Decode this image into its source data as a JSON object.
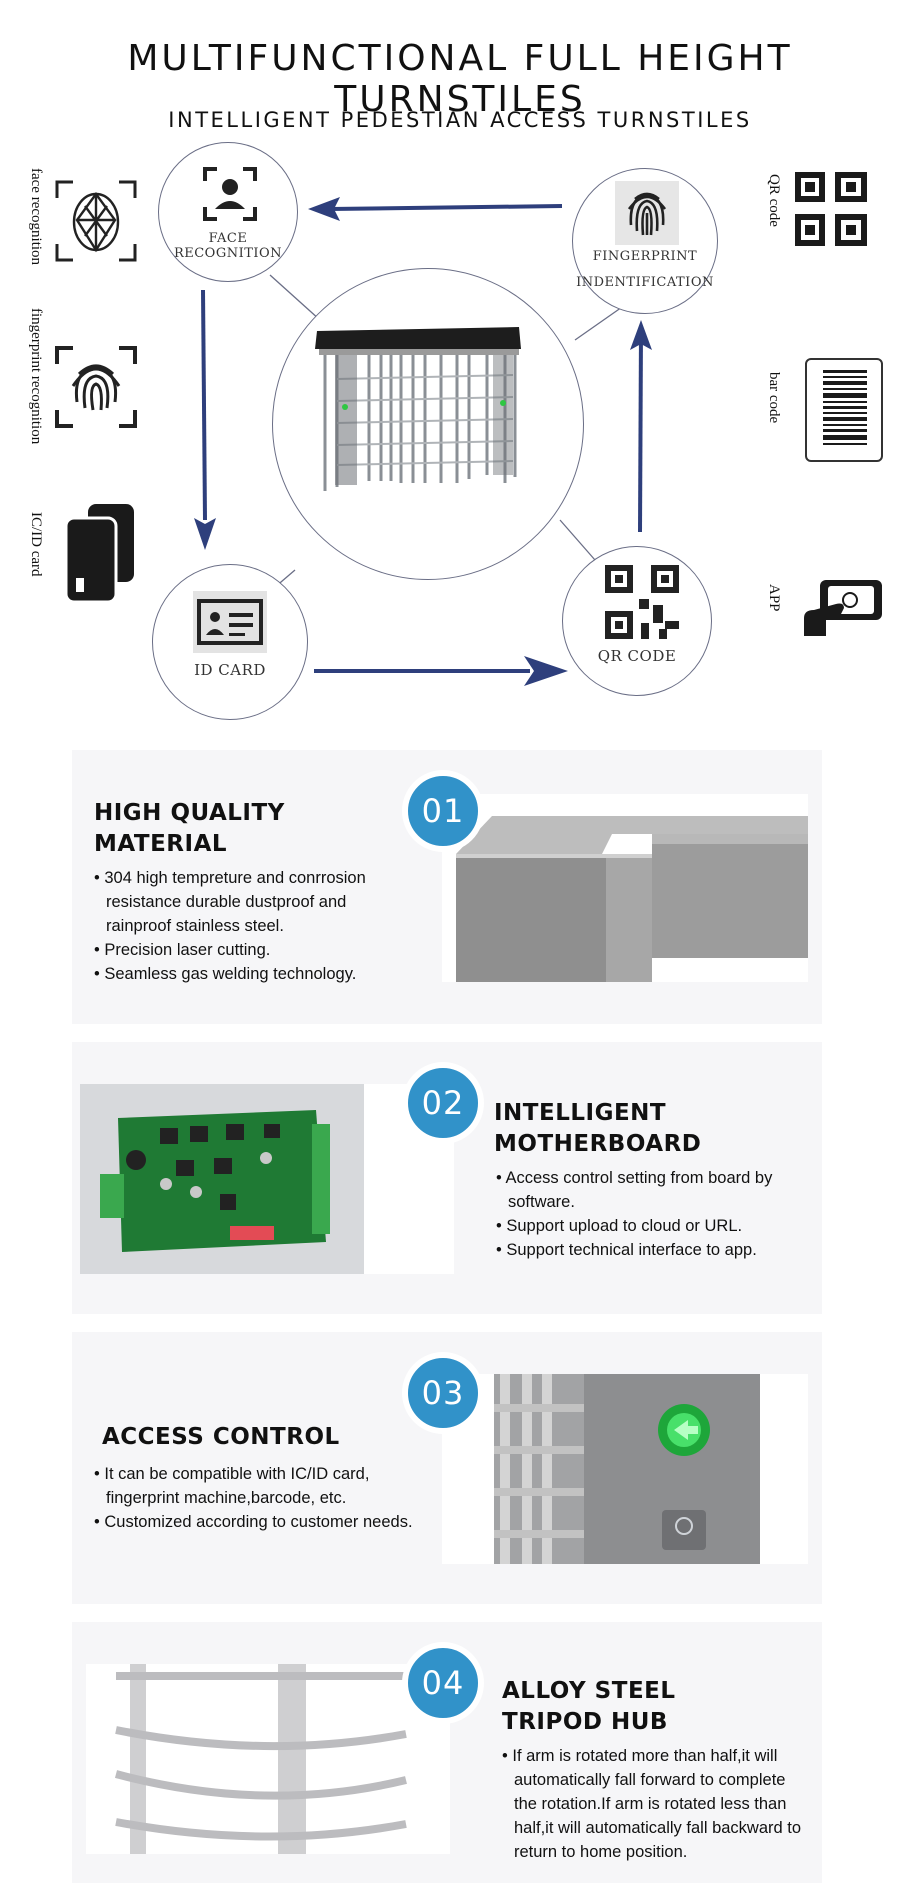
{
  "header": {
    "title": "MULTIFUNCTIONAL FULL HEIGHT TURNSTILES",
    "subtitle": "INTELLIGENT PEDESTIAN ACCESS TURNSTILES"
  },
  "diagram": {
    "nodes": {
      "face": "FACE RECOGNITION",
      "fingerprint_line1": "FINGERPRINT",
      "fingerprint_line2": "INDENTIFICATION",
      "id_card": "ID CARD",
      "qr_code": "QR CODE"
    },
    "left_icons": [
      "face recognition",
      "fingerprint recognition",
      "IC/ID card"
    ],
    "right_icons": [
      "QR code",
      "bar code",
      "APP"
    ],
    "arrow_color": "#2e3f7c"
  },
  "features": [
    {
      "number": "01",
      "title_line1": "HIGH QUALITY",
      "title_line2": "MATERIAL",
      "bullets": [
        "304 high tempreture and conrrosion resistance durable dustproof and rainproof stainless steel.",
        "Precision laser cutting.",
        "Seamless gas welding technology."
      ]
    },
    {
      "number": "02",
      "title_line1": "INTELLIGENT",
      "title_line2": "MOTHERBOARD",
      "bullets": [
        "Access control setting from board by software.",
        "Support upload to cloud or URL.",
        "Support technical interface to app."
      ]
    },
    {
      "number": "03",
      "title_line1": "ACCESS CONTROL",
      "bullets": [
        "It can be compatible with IC/ID card, fingerprint machine,barcode, etc.",
        "Customized according to customer needs."
      ]
    },
    {
      "number": "04",
      "title_line1": "ALLOY STEEL",
      "title_line2": "TRIPOD HUB",
      "bullets": [
        "If arm is rotated more than half,it will automatically fall forward to complete the rotation.If arm is rotated less than half,it will automatically fall backward to return to home position."
      ]
    }
  ],
  "colors": {
    "badge": "#3192c9",
    "panel": "#f6f6f8"
  }
}
